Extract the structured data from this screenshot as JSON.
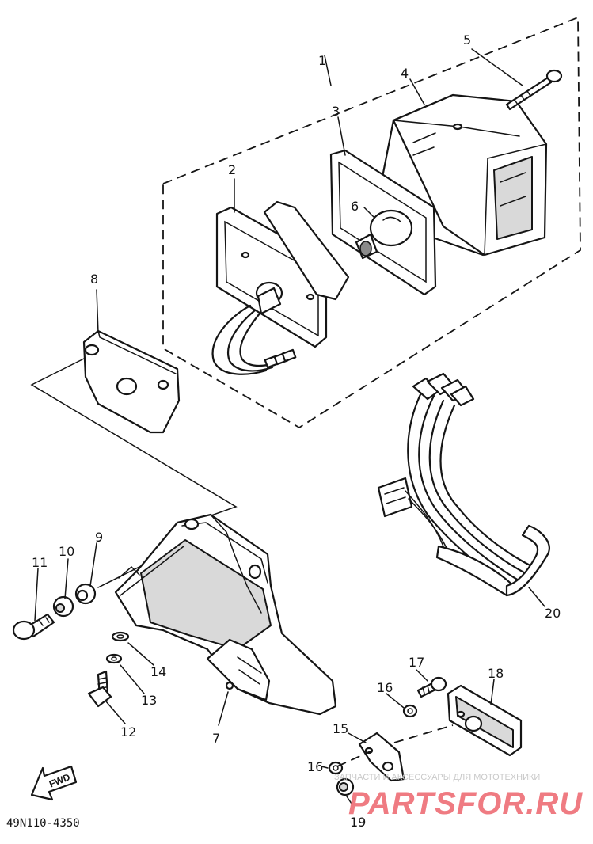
{
  "diagram": {
    "part_labels": [
      {
        "id": "1",
        "label": "1"
      },
      {
        "id": "2",
        "label": "2"
      },
      {
        "id": "3",
        "label": "3"
      },
      {
        "id": "4",
        "label": "4"
      },
      {
        "id": "5",
        "label": "5"
      },
      {
        "id": "6",
        "label": "6"
      },
      {
        "id": "7",
        "label": "7"
      },
      {
        "id": "8",
        "label": "8"
      },
      {
        "id": "9",
        "label": "9"
      },
      {
        "id": "10",
        "label": "10"
      },
      {
        "id": "11",
        "label": "11"
      },
      {
        "id": "12",
        "label": "12"
      },
      {
        "id": "13",
        "label": "13"
      },
      {
        "id": "14",
        "label": "14"
      },
      {
        "id": "15",
        "label": "15"
      },
      {
        "id": "16a",
        "label": "16"
      },
      {
        "id": "16b",
        "label": "16"
      },
      {
        "id": "17",
        "label": "17"
      },
      {
        "id": "18",
        "label": "18"
      },
      {
        "id": "19",
        "label": "19"
      },
      {
        "id": "20",
        "label": "20"
      }
    ],
    "direction_marker": "FWD",
    "drawing_code": "49N110-4350"
  },
  "watermark": {
    "tagline": "ЗАПЧАСТИ И АКСЕССУАРЫ ДЛЯ МОТОТЕХНИКИ",
    "brand": "PARTSFOR.RU",
    "brand_color": "#ef7b82"
  }
}
